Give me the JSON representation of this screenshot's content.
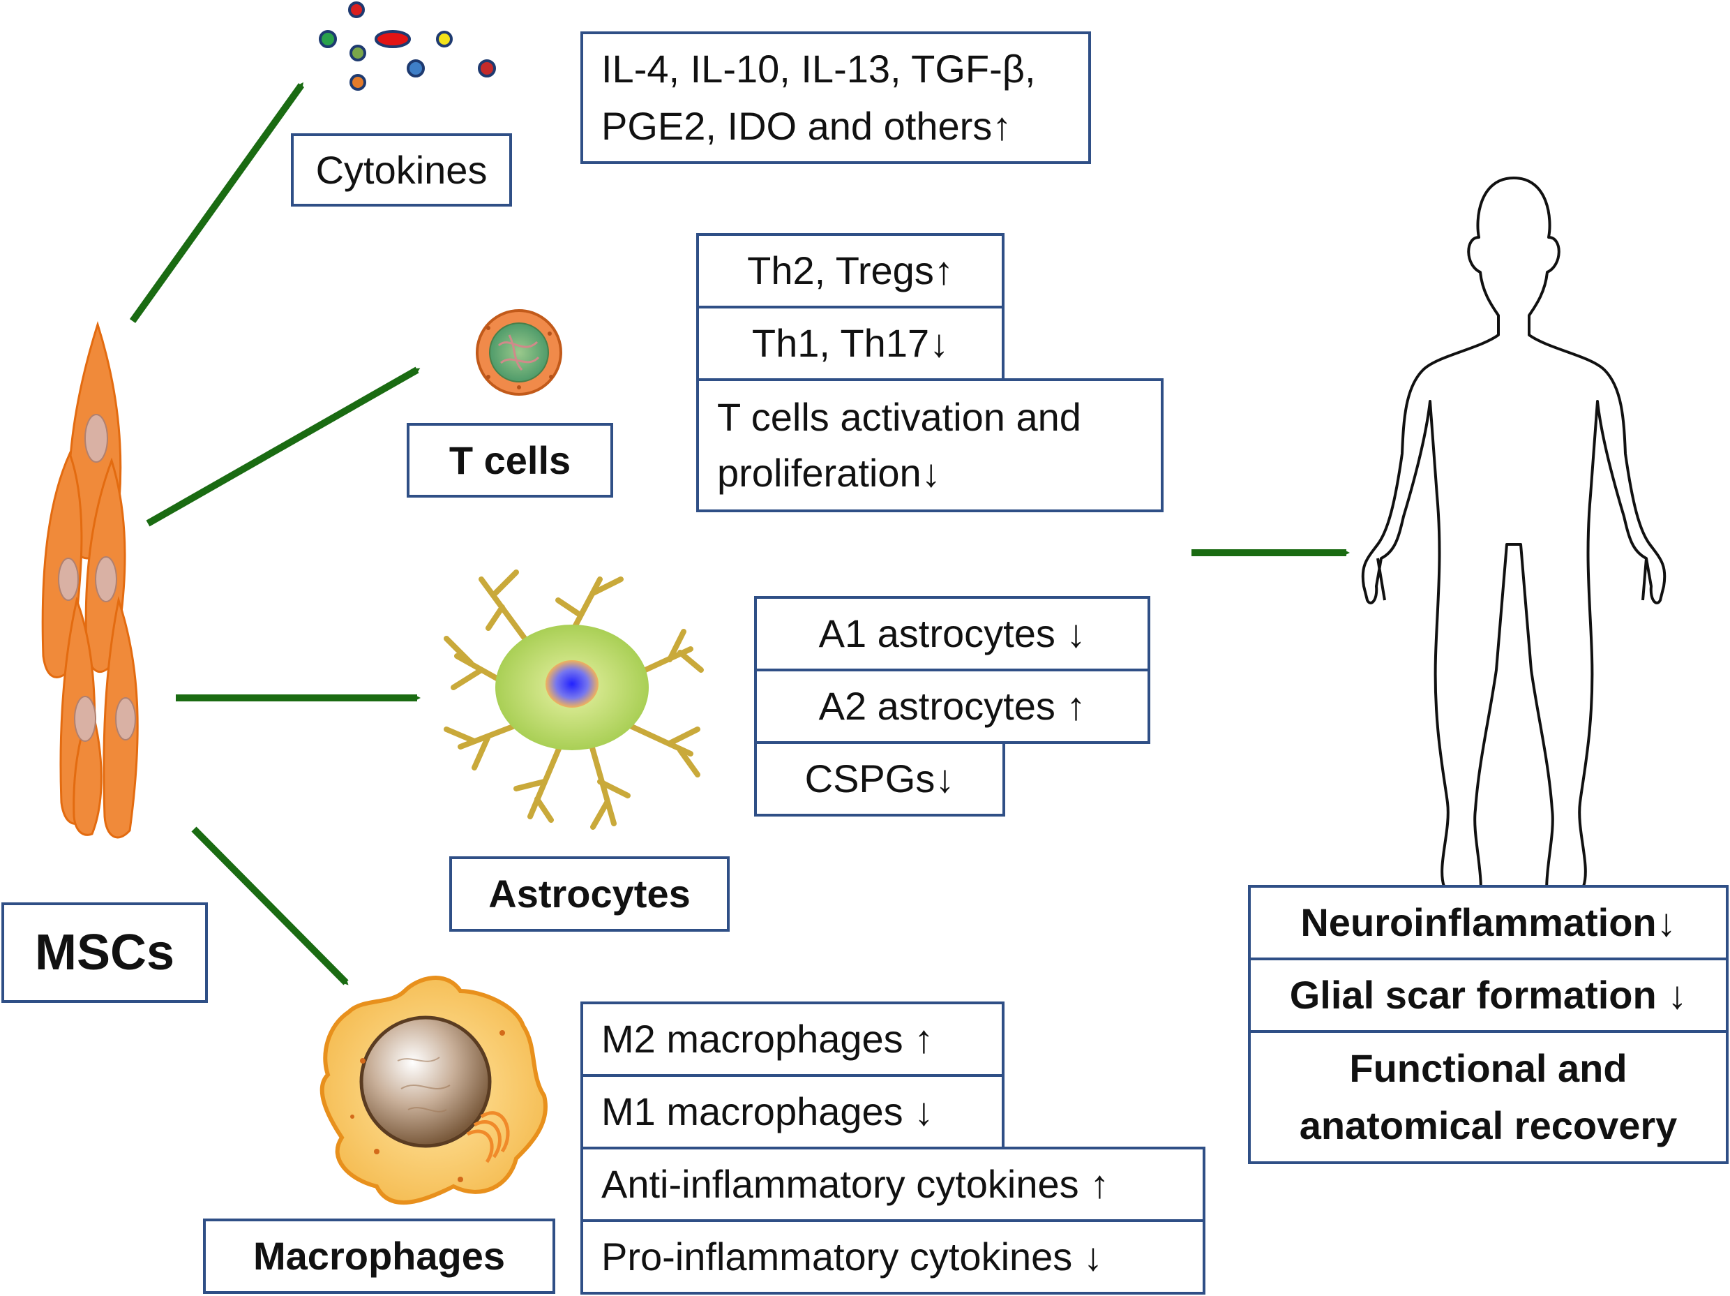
{
  "colors": {
    "box_border": "#2f4f86",
    "arrow": "#1a6b12",
    "cell": "#f08a3a",
    "astrocyte": "#c9b13a",
    "macrophage": "#f6c15c"
  },
  "labels": {
    "mscs": "MSCs",
    "cytokines": "Cytokines",
    "t_cells": "T cells",
    "astrocytes": "Astrocytes",
    "macrophages": "Macrophages"
  },
  "effects": {
    "cytokines": {
      "line1": "IL-4, IL-10, IL-13, TGF-β,",
      "line2": "PGE2, IDO and others↑"
    },
    "t_cells": {
      "row1": "Th2, Tregs↑",
      "row2": "Th1, Th17↓",
      "row3_line1": "T cells activation and",
      "row3_line2": "proliferation↓"
    },
    "astrocytes": {
      "row1": "A1 astrocytes ↓",
      "row2": "A2 astrocytes ↑",
      "row3": "CSPGs↓"
    },
    "macrophages": {
      "row1": "M2 macrophages ↑",
      "row2": "M1 macrophages ↓",
      "row3": "Anti-inflammatory cytokines ↑",
      "row4": "Pro-inflammatory cytokines ↓"
    }
  },
  "outcomes": {
    "row1": "Neuroinflammation↓",
    "row2": "Glial scar formation ↓",
    "row3_line1": "Functional and",
    "row3_line2": "anatomical recovery"
  },
  "icons": {
    "msc": "msc-cells-icon",
    "cytokine": "cytokine-dots-icon",
    "tcell": "t-cell-icon",
    "astrocyte": "astrocyte-icon",
    "macrophage": "macrophage-icon",
    "human": "human-body-icon"
  }
}
